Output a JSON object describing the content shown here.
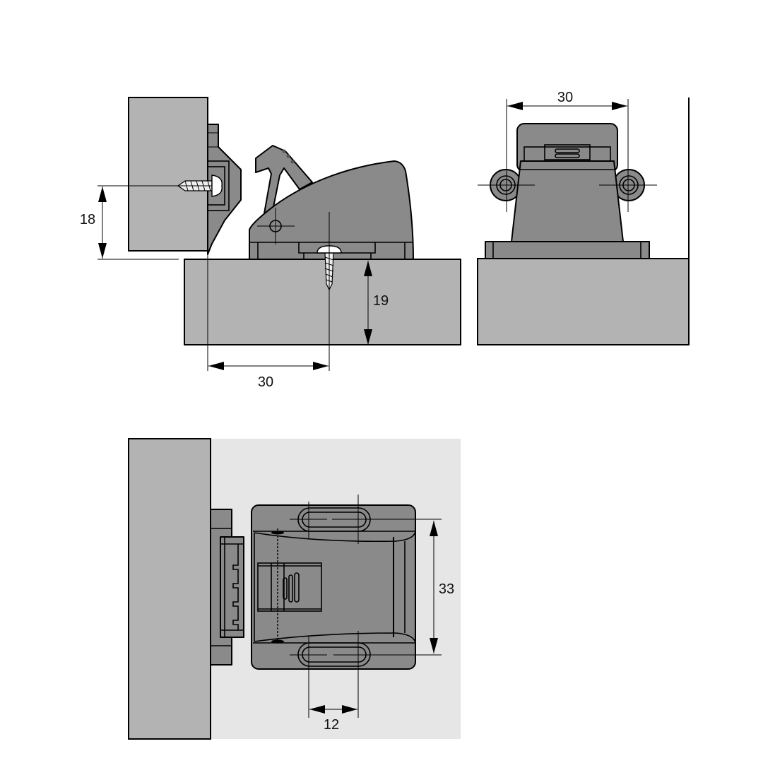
{
  "dimensions": {
    "side_view_height": "18",
    "side_view_depth": "19",
    "side_view_offset": "30",
    "front_view_width": "30",
    "top_view_hole_spacing": "33",
    "top_view_slot_offset": "12"
  },
  "colors": {
    "wood": "#b3b3b3",
    "part": "#8a8a8a",
    "background_panel": "#e6e6e6"
  }
}
